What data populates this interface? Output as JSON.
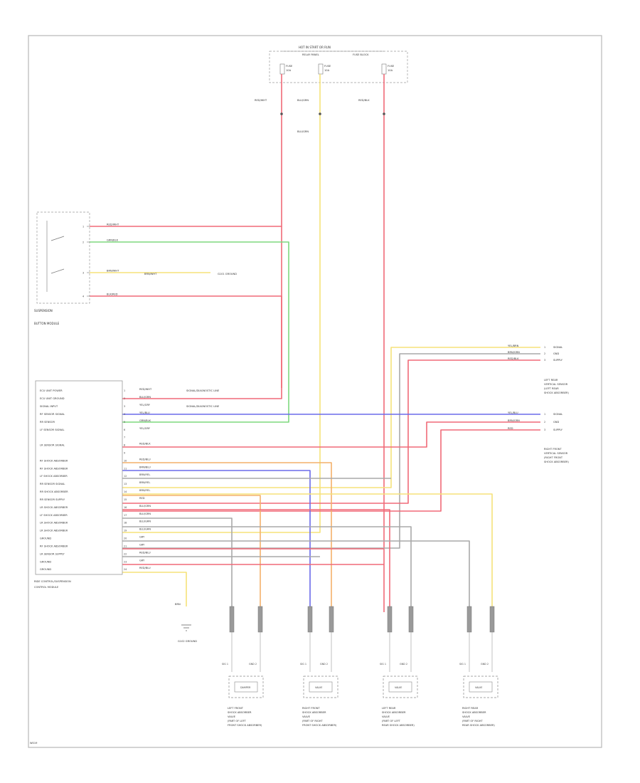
{
  "page": {
    "footer_code": "W019"
  },
  "fuse_panel": {
    "title": "HOT IN START OR RUN",
    "subtitle": "RELAY PANEL",
    "fuses": [
      {
        "name": "FUSE",
        "amp": "10A"
      },
      {
        "name": "FUSE",
        "amp": "10A"
      },
      {
        "name": "FUSE",
        "amp": "10A"
      }
    ],
    "right_label": "FUSE BLOCK"
  },
  "wire_segments": {
    "fuse1": "RED/WHT",
    "fuse2": "BLU/GRN",
    "fuse2_lower": "BLU/GRN",
    "fuse3": "RED/BLK"
  },
  "button_module": {
    "title": "SUSPENSION",
    "subtitle": "BUTTON MODULE",
    "wires": [
      {
        "pin": "1",
        "color": "RED/WHT"
      },
      {
        "pin": "2",
        "color": "GRN/BLK"
      },
      {
        "pin": "3",
        "color": "BRN/WHT",
        "splice_color": "BRN/WHT",
        "dest": "G101 GROUND"
      },
      {
        "pin": "4",
        "color": "BLK/RED"
      }
    ]
  },
  "ecu": {
    "title": "RIDE CONTROL/SUSPENSION",
    "subtitle": "CONTROL MODULE",
    "pins": [
      {
        "pin": "1",
        "label": "ECU UNIT POWER",
        "color": "RED/WHT",
        "note": "SIGNAL/DIAGNOSTIC LINE"
      },
      {
        "pin": "2",
        "label": "ECU UNIT GROUND",
        "color": "BLU/GRN",
        "note": ""
      },
      {
        "pin": "3",
        "label": "SIGNAL INPUT",
        "color": "YEL/GRY",
        "note": "SIGNAL/DIAGNOSTIC LINE"
      },
      {
        "pin": "4",
        "label": "RF SENSOR SIGNAL",
        "color": "YEL/BLU",
        "note": ""
      },
      {
        "pin": "5",
        "label": "RR SENSOR",
        "color": "GRN/BLK",
        "note": ""
      },
      {
        "pin": "6",
        "label": "LF SENSOR SIGNAL",
        "color": "YEL/GRY",
        "note": ""
      },
      {
        "pin": "7",
        "label": "",
        "color": "",
        "note": ""
      },
      {
        "pin": "8",
        "label": "LR SENSOR SIGNAL",
        "color": "RED/BLK",
        "note": ""
      },
      {
        "pin": "9",
        "label": "",
        "color": "",
        "note": ""
      },
      {
        "pin": "10",
        "label": "RF SHOCK ABSORBER",
        "color": "RED/BLU",
        "note": ""
      },
      {
        "pin": "11",
        "label": "RF SHOCK ABSORBER",
        "color": "BRN/BLU",
        "note": ""
      },
      {
        "pin": "12",
        "label": "LF SHOCK ABSORBER",
        "color": "BRN/YEL",
        "note": ""
      },
      {
        "pin": "13",
        "label": "RR SENSOR SIGNAL",
        "color": "BRN/YEL",
        "note": ""
      },
      {
        "pin": "14",
        "label": "RR SHOCK ABSORBER",
        "color": "BRN/YEL",
        "note": ""
      },
      {
        "pin": "15",
        "label": "RR SENSOR SUPPLY",
        "color": "RED",
        "note": ""
      },
      {
        "pin": "16",
        "label": "LR SHOCK ABSORBER",
        "color": "BLU/GRN",
        "note": ""
      },
      {
        "pin": "17",
        "label": "LF SHOCK ABSORBER",
        "color": "BLU/GRN",
        "note": ""
      },
      {
        "pin": "18",
        "label": "LR SHOCK ABSORBER",
        "color": "BLU/GRN",
        "note": ""
      },
      {
        "pin": "19",
        "label": "LR SHOCK ABSORBER",
        "color": "BLU/GRN",
        "note": ""
      },
      {
        "pin": "20",
        "label": "GROUND",
        "color": "GRY",
        "note": ""
      },
      {
        "pin": "21",
        "label": "RF SHOCK ABSORBER",
        "color": "GRY",
        "note": ""
      },
      {
        "pin": "22",
        "label": "LR SENSOR SUPPLY",
        "color": "RED/BLU",
        "note": ""
      },
      {
        "pin": "23",
        "label": "GROUND",
        "color": "GRY",
        "note": ""
      },
      {
        "pin": "24",
        "label": "GROUND",
        "color": "RED/BLU",
        "note": ""
      }
    ],
    "ground": {
      "color": "BRN",
      "label": "G102 GROUND"
    }
  },
  "left_rear_sensor": {
    "lines": [
      "LEFT REAR",
      "VERTICAL SENSOR",
      "(LEFT REAR",
      "SHOCK ABSORBER)"
    ],
    "pins": [
      "SIGNAL",
      "GND",
      "SUPPLY"
    ],
    "wires": [
      "YEL/BRN",
      "BRN/GRN",
      "RED/BLK"
    ]
  },
  "right_front_sensor": {
    "lines": [
      "RIGHT FRONT",
      "VERTICAL SENSOR",
      "(RIGHT FRONT",
      "SHOCK ABSORBER)"
    ],
    "pins": [
      "SIGNAL",
      "GND",
      "SUPPLY"
    ],
    "wires": [
      "YEL/BLU",
      "BRN/GRN",
      "RED"
    ]
  },
  "shock_absorbers": [
    {
      "lines": [
        "LEFT FRONT",
        "SHOCK ABSORBER",
        "VALVE",
        "(PART OF LEFT",
        "FRONT SHOCK ABSORBER)"
      ],
      "pins": [
        "SIG 1",
        "GND 2"
      ],
      "inner": "DAMPER"
    },
    {
      "lines": [
        "RIGHT FRONT",
        "SHOCK ABSORBER",
        "VALVE",
        "(PART OF RIGHT",
        "FRONT SHOCK ABSORBER)"
      ],
      "pins": [
        "SIG 1",
        "GND 2"
      ],
      "inner": "VALVE"
    },
    {
      "lines": [
        "LEFT REAR",
        "SHOCK ABSORBER",
        "VALVE",
        "(PART OF LEFT",
        "REAR SHOCK ABSORBER)"
      ],
      "pins": [
        "SIG 1",
        "GND 2"
      ],
      "inner": "VALVE"
    },
    {
      "lines": [
        "RIGHT REAR",
        "SHOCK ABSORBER",
        "VALVE",
        "(PART OF RIGHT",
        "REAR SHOCK ABSORBER)"
      ],
      "pins": [
        "SIG 1",
        "GND 2"
      ],
      "inner": "VALVE"
    }
  ],
  "colors": {
    "red": "#f06a78",
    "green": "#7ed87e",
    "yellow": "#f5e27a",
    "blue": "#6b6bea",
    "gray": "#a9a9a9",
    "orange": "#f3b06a",
    "dark": "#555555"
  }
}
